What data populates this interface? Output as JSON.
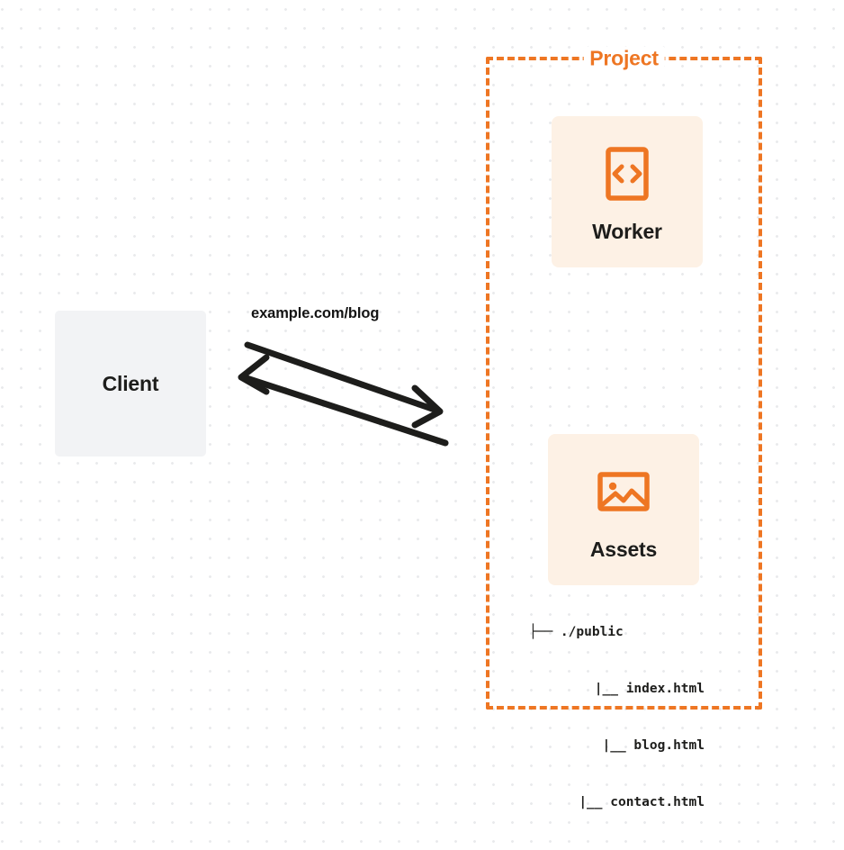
{
  "diagram": {
    "client": {
      "label": "Client",
      "node_name": "client-node"
    },
    "edge": {
      "label": "example.com/blog",
      "request_direction": "client-to-project",
      "response_direction": "project-to-client"
    },
    "project": {
      "title": "Project",
      "border_color": "#ee7623",
      "cards": [
        {
          "label": "Worker",
          "icon": "code-brackets-icon",
          "icon_color": "#ee7623",
          "background": "#fdf1e5"
        },
        {
          "label": "Assets",
          "icon": "image-icon",
          "icon_color": "#ee7623",
          "background": "#fdf1e5"
        }
      ],
      "file_tree": [
        {
          "prefix": "├── ",
          "name": "./public"
        },
        {
          "prefix": "|__ ",
          "name": "index.html"
        },
        {
          "prefix": "|__ ",
          "name": "blog.html"
        },
        {
          "prefix": "|__ ",
          "name": "contact.html"
        }
      ]
    },
    "colors": {
      "accent": "#ee7623",
      "card_background": "#fdf1e5",
      "client_background": "#f2f3f5",
      "text": "#1d1d1b",
      "arrow": "#1d1d1b",
      "grid_dot": "#e9eaec"
    }
  }
}
